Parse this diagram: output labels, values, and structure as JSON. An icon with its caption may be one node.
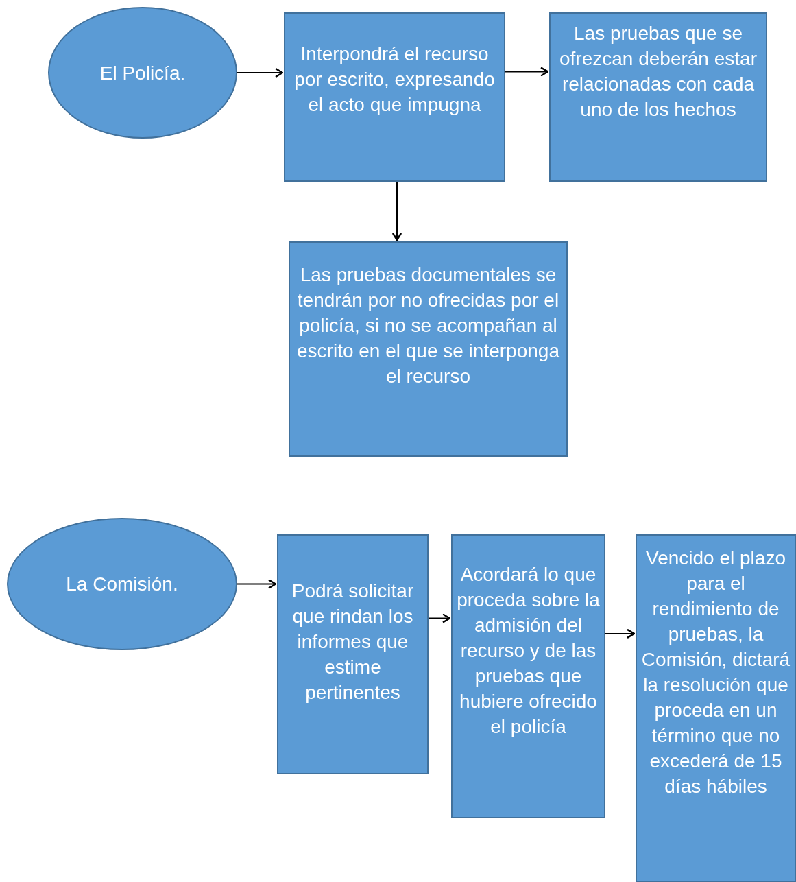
{
  "diagram": {
    "nodes": [
      {
        "text": [
          "El Policía."
        ]
      },
      {
        "text": [
          "Interpondrá el recurso por escrito, expresando el acto que impugna"
        ]
      },
      {
        "text": [
          "Las pruebas que se ofrezcan deberán estar relacionadas con cada uno de los hechos"
        ]
      },
      {
        "text": [
          "Las pruebas documentales se tendrán por no ofrecidas por el policía, si no se acompañan al escrito en el que se interponga el recurso"
        ]
      },
      {
        "text": [
          "La Comisión."
        ]
      },
      {
        "text": [
          "Podrá solicitar que rindan los informes que estime pertinentes"
        ]
      },
      {
        "text": [
          "Acordará lo que proceda sobre la admisión del recurso y de las pruebas que hubiere ofrecido el policía"
        ]
      },
      {
        "text": [
          "Vencido el plazo para el rendimiento de pruebas, la Comisión, dictará la resolución que proceda en un término que no excederá de 15 días hábiles"
        ]
      }
    ],
    "edges": [
      {
        "from": 0,
        "to": 1,
        "arrow": "to"
      },
      {
        "from": 1,
        "to": 2,
        "arrow": "to"
      },
      {
        "from": 1,
        "to": 3,
        "arrow": "to"
      },
      {
        "from": 4,
        "to": 5,
        "arrow": "to"
      },
      {
        "from": 5,
        "to": 6,
        "arrow": "to"
      },
      {
        "from": 6,
        "to": 7,
        "arrow": "to"
      }
    ]
  }
}
